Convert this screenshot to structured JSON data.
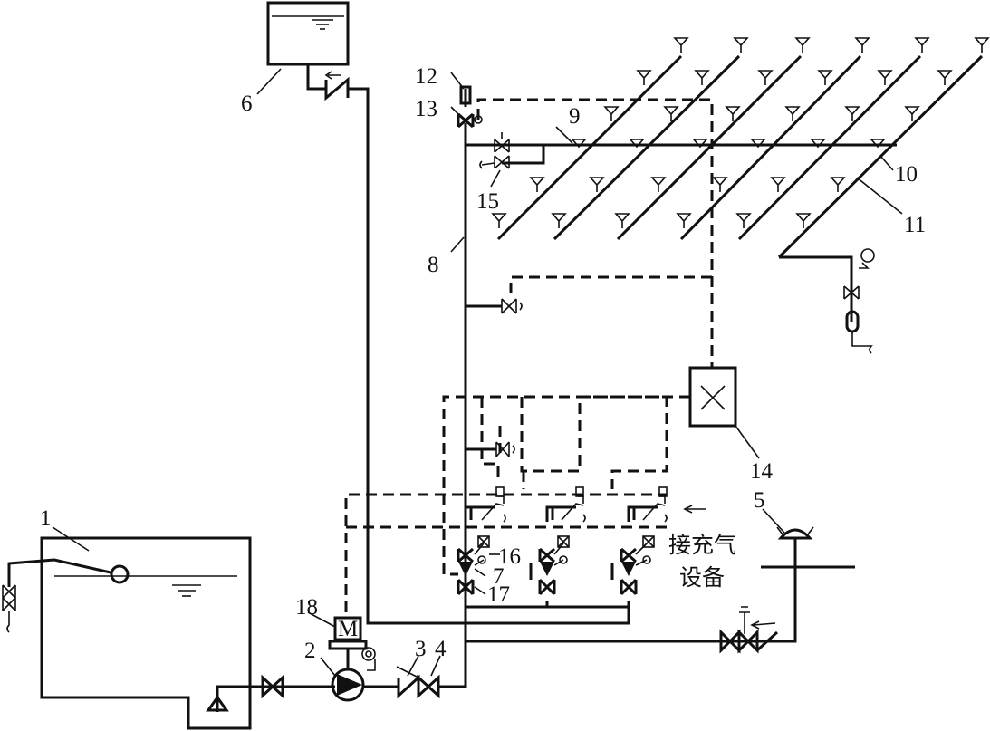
{
  "labels": [
    {
      "id": "1",
      "text": "1"
    },
    {
      "id": "2",
      "text": "2"
    },
    {
      "id": "3",
      "text": "3"
    },
    {
      "id": "4",
      "text": "4"
    },
    {
      "id": "5",
      "text": "5"
    },
    {
      "id": "6",
      "text": "6"
    },
    {
      "id": "7",
      "text": "7"
    },
    {
      "id": "8",
      "text": "8"
    },
    {
      "id": "9",
      "text": "9"
    },
    {
      "id": "10",
      "text": "10"
    },
    {
      "id": "11",
      "text": "11"
    },
    {
      "id": "12",
      "text": "12"
    },
    {
      "id": "13",
      "text": "13"
    },
    {
      "id": "14",
      "text": "14"
    },
    {
      "id": "15",
      "text": "15"
    },
    {
      "id": "16",
      "text": "16"
    },
    {
      "id": "17",
      "text": "17"
    },
    {
      "id": "18",
      "text": "18"
    }
  ],
  "annotation": {
    "line1": "接充气",
    "line2": "设备"
  },
  "motor_symbol": "M",
  "colors": {
    "line": "#111111",
    "background": "#ffffff"
  }
}
